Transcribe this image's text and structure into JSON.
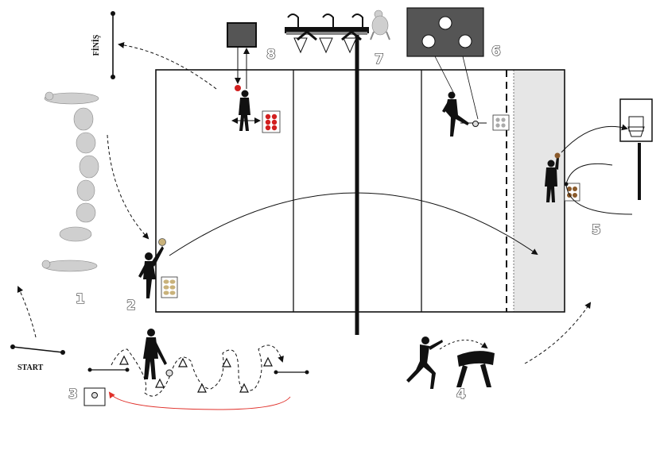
{
  "labels": {
    "start": "START",
    "finish": "FİNİŞ"
  },
  "stations": [
    {
      "id": "station-1",
      "number": "1"
    },
    {
      "id": "station-2",
      "number": "2"
    },
    {
      "id": "station-3",
      "number": "3"
    },
    {
      "id": "station-4",
      "number": "4"
    },
    {
      "id": "station-5",
      "number": "5"
    },
    {
      "id": "station-6",
      "number": "6"
    },
    {
      "id": "station-7",
      "number": "7"
    },
    {
      "id": "station-8",
      "number": "8"
    }
  ],
  "colors": {
    "court_line": "#111111",
    "basket_zone": "#e6e6e6",
    "return_path": "#e0302a",
    "ball_red": "#d21f1f",
    "ball_tan": "#c9b27a",
    "ball_brown": "#8a5a2b"
  },
  "icons": [
    "cone-icon",
    "ball-icon",
    "hurdle-icon",
    "vaulting-box-icon",
    "basketball-hoop-icon",
    "target-goal-icon",
    "frame-target-icon",
    "ball-rack-icon"
  ]
}
